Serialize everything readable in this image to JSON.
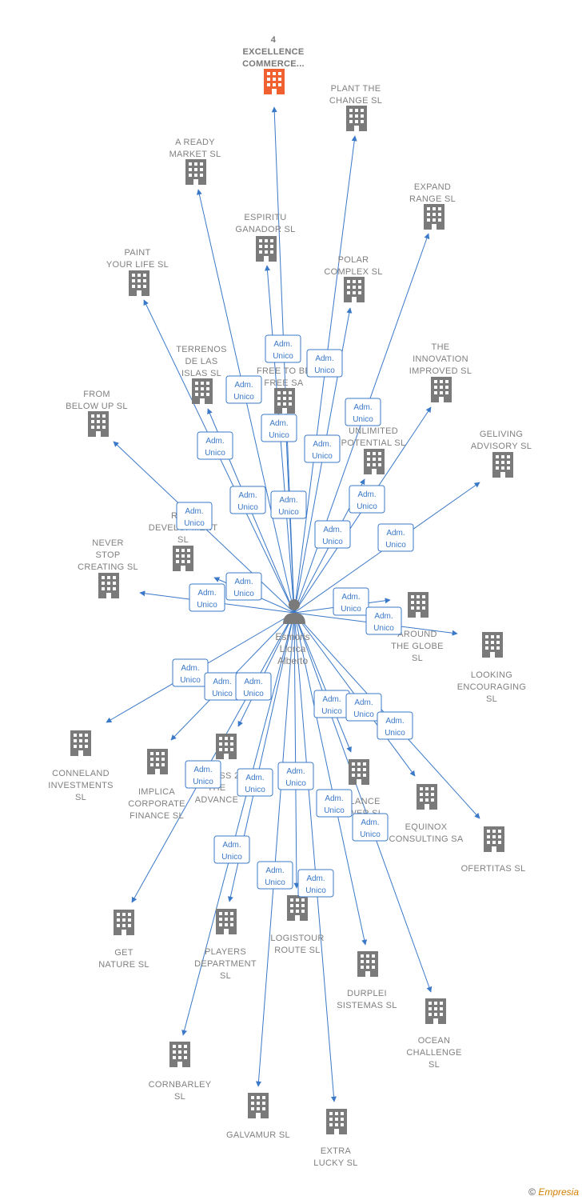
{
  "colors": {
    "edge": "#3a78c8",
    "building": "#7a7a7a",
    "highlight": "#f06030",
    "label": "#808080",
    "badge_border": "#3a78c8"
  },
  "center": {
    "label_lines": [
      "Esmoris",
      "Llorca",
      "Alberto"
    ],
    "icon": "person-icon"
  },
  "relation_label": [
    "Adm.",
    "Unico"
  ],
  "companies": [
    {
      "id": "4excellence",
      "lines": [
        "4",
        "EXCELLENCE",
        "COMMERCE..."
      ],
      "highlight": true
    },
    {
      "id": "plant-the-change",
      "lines": [
        "PLANT THE",
        "CHANGE  SL"
      ]
    },
    {
      "id": "a-ready-market",
      "lines": [
        "A READY",
        "MARKET  SL"
      ]
    },
    {
      "id": "expand-range",
      "lines": [
        "EXPAND",
        "RANGE  SL"
      ]
    },
    {
      "id": "espiritu-ganador",
      "lines": [
        "ESPIRITU",
        "GANADOR SL"
      ]
    },
    {
      "id": "paint-your-life",
      "lines": [
        "PAINT",
        "YOUR LIFE  SL"
      ]
    },
    {
      "id": "polar-complex",
      "lines": [
        "POLAR",
        "COMPLEX  SL"
      ]
    },
    {
      "id": "terrenos-de-las-islas",
      "lines": [
        "TERRENOS",
        "DE LAS",
        "ISLAS  SL"
      ]
    },
    {
      "id": "free-to-be-free",
      "lines": [
        "FREE TO BE",
        "FREE SA"
      ]
    },
    {
      "id": "the-innovation-improved",
      "lines": [
        "THE",
        "INNOVATION",
        "IMPROVED  SL"
      ]
    },
    {
      "id": "from-below-up",
      "lines": [
        "FROM",
        "BELOW UP  SL"
      ]
    },
    {
      "id": "unlimited-potential",
      "lines": [
        "UNLIMITED",
        "POTENTIAL  SL"
      ]
    },
    {
      "id": "geliving-advisory",
      "lines": [
        "GELIVING",
        "ADVISORY  SL"
      ]
    },
    {
      "id": "real-development",
      "lines": [
        "REAL",
        "DEVELOPMENT",
        "SL"
      ]
    },
    {
      "id": "never-stop-creating",
      "lines": [
        "NEVER",
        "STOP",
        "CREATING  SL"
      ]
    },
    {
      "id": "around-the-globe",
      "lines": [
        "AROUND",
        "THE GLOBE",
        "SL"
      ]
    },
    {
      "id": "looking-encouraging",
      "lines": [
        "LOOKING",
        "ENCOURAGING",
        "SL"
      ]
    },
    {
      "id": "conneland-investments",
      "lines": [
        "CONNELAND",
        "INVESTMENTS",
        "SL"
      ]
    },
    {
      "id": "implica-corporate-finance",
      "lines": [
        "IMPLICA",
        "CORPORATE",
        "FINANCE  SL"
      ]
    },
    {
      "id": "access-to-the-advance",
      "lines": [
        "ACCESS 2",
        "THE",
        "ADVANCE"
      ]
    },
    {
      "id": "balance-power",
      "lines": [
        "BALANCE",
        "POWER  SL"
      ]
    },
    {
      "id": "equinox-consulting",
      "lines": [
        "EQUINOX",
        "CONSULTING SA"
      ]
    },
    {
      "id": "ofertitas",
      "lines": [
        "OFERTITAS  SL"
      ]
    },
    {
      "id": "get-nature",
      "lines": [
        "GET",
        "NATURE  SL"
      ]
    },
    {
      "id": "players-department",
      "lines": [
        "PLAYERS",
        "DEPARTMENT",
        "SL"
      ]
    },
    {
      "id": "logistour-route",
      "lines": [
        "LOGISTOUR",
        "ROUTE  SL"
      ]
    },
    {
      "id": "durplei-sistemas",
      "lines": [
        "DURPLEI",
        "SISTEMAS  SL"
      ]
    },
    {
      "id": "ocean-challenge",
      "lines": [
        "OCEAN",
        "CHALLENGE",
        "SL"
      ]
    },
    {
      "id": "cornbarley",
      "lines": [
        "CORNBARLEY",
        "SL"
      ]
    },
    {
      "id": "galvamur",
      "lines": [
        "GALVAMUR  SL"
      ]
    },
    {
      "id": "extra-lucky",
      "lines": [
        "EXTRA",
        "LUCKY  SL"
      ]
    }
  ],
  "footer": {
    "copyright": "©",
    "brand": "Empresia"
  }
}
